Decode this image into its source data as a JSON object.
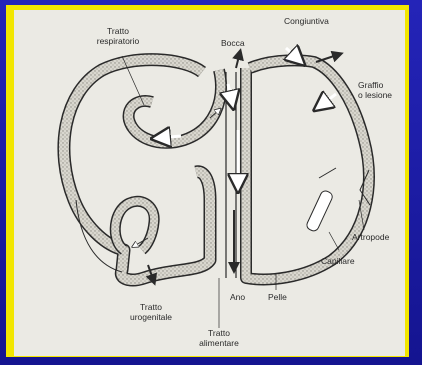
{
  "colors": {
    "background": "#1c1ca8",
    "border": "#f2e600",
    "paper": "#ebeae4",
    "ink": "#2a2a2a"
  },
  "labels": {
    "respiratory_1": "Tratto",
    "respiratory_2": "respiratorio",
    "mouth": "Bocca",
    "conjunctiva": "Congiuntiva",
    "scratch_1": "Graffio",
    "scratch_2": "o lesione",
    "arthropod": "Artropode",
    "capillary": "Capillare",
    "skin": "Pelle",
    "anus": "Ano",
    "urogenital_1": "Tratto",
    "urogenital_2": "urogenitale",
    "alimentary_1": "Tratto",
    "alimentary_2": "alimentare"
  }
}
